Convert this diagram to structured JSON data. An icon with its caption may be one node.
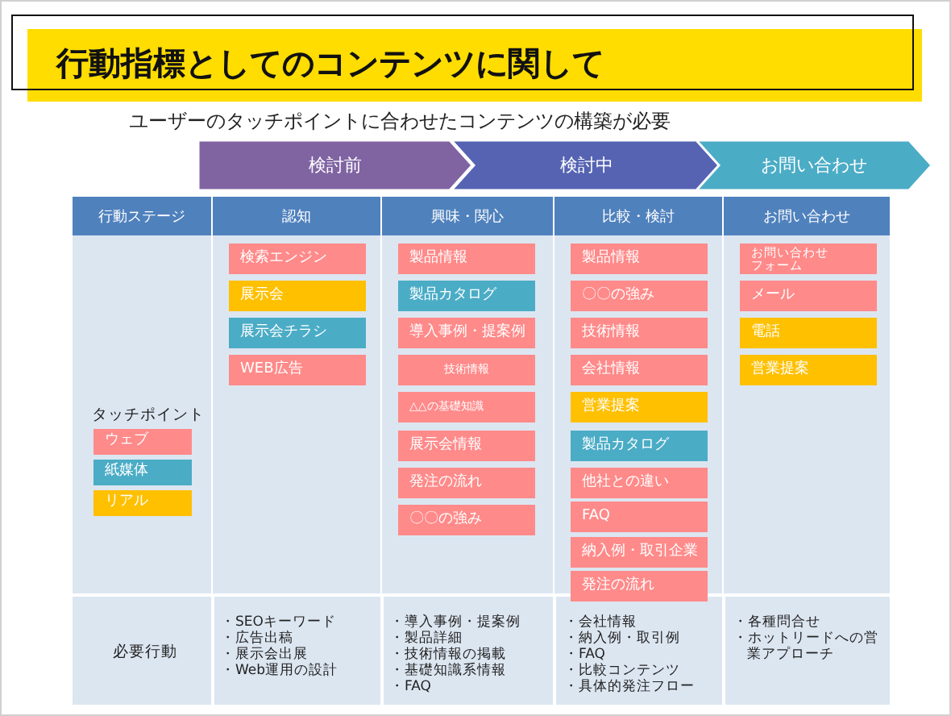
{
  "diagram": {
    "title": "行動指標としてのコンテンツに関して",
    "nodes": [
      {
        "text": [
          "検討前"
        ]
      },
      {
        "text": [
          "検討中"
        ]
      },
      {
        "text": [
          "お問い合わせ"
        ]
      },
      {
        "text": [
          "認知"
        ]
      },
      {
        "text": [
          "検索エンジン"
        ],
        "in": 3
      },
      {
        "text": [
          "展示会"
        ],
        "in": 3
      },
      {
        "text": [
          "展示会チラシ"
        ],
        "in": 3
      },
      {
        "text": [
          "WEB広告"
        ],
        "in": 3
      },
      {
        "text": [
          "興味・関心"
        ]
      },
      {
        "text": [
          "製品情報"
        ],
        "in": 8
      },
      {
        "text": [
          "製品カタログ"
        ],
        "in": 8
      },
      {
        "text": [
          "導入事例・提案例"
        ],
        "in": 8
      },
      {
        "text": [
          "技術情報"
        ],
        "in": 8
      },
      {
        "text": [
          "△△の基礎知識"
        ],
        "in": 8
      },
      {
        "text": [
          "展示会情報"
        ],
        "in": 8
      },
      {
        "text": [
          "発注の流れ"
        ],
        "in": 8
      },
      {
        "text": [
          "〇〇の強み"
        ],
        "in": 8
      },
      {
        "text": [
          "比較・検討"
        ]
      },
      {
        "text": [
          "製品情報"
        ],
        "in": 17
      },
      {
        "text": [
          "〇〇の強み"
        ],
        "in": 17
      },
      {
        "text": [
          "技術情報"
        ],
        "in": 17
      },
      {
        "text": [
          "会社情報"
        ],
        "in": 17
      },
      {
        "text": [
          "営業提案"
        ],
        "in": 17
      },
      {
        "text": [
          "製品カタログ"
        ],
        "in": 17
      },
      {
        "text": [
          "他社との違い"
        ],
        "in": 17
      },
      {
        "text": [
          "FAQ"
        ],
        "in": 17
      },
      {
        "text": [
          "納入例・取引企業"
        ],
        "in": 17
      },
      {
        "text": [
          "発注の流れ"
        ],
        "in": 17
      },
      {
        "text": [
          "お問い合わせ"
        ]
      },
      {
        "text": [
          "お問い合わせフォーム"
        ],
        "in": 28
      },
      {
        "text": [
          "メール"
        ],
        "in": 28
      },
      {
        "text": [
          "電話"
        ],
        "in": 28
      },
      {
        "text": [
          "営業提案"
        ],
        "in": 28
      }
    ],
    "labels": [
      "ユーザーのタッチポイントに合わせたコンテンツの構築が必要",
      "行動ステージ",
      "タッチポイント",
      "必要行動",
      "・SEOキーワード",
      "・広告出稿",
      "・展示会出展",
      "・Web運用の設計",
      "・導入事例・提案例",
      "・製品詳細",
      "・技術情報の掲載",
      "・基礎知識系情報",
      "・FAQ",
      "・会社情報",
      "・納入例・取引例",
      "・FAQ",
      "・比較コンテンツ",
      "・具体的発注フロー",
      "・各種問合せ",
      "・ホットリードへの営業アプローチ"
    ],
    "legend": [
      {
        "text": "ウェブ",
        "color": "#ff8a8a"
      },
      {
        "text": "紙媒体",
        "color": "#4bacc6"
      },
      {
        "text": "リアル",
        "color": "#ffc000"
      }
    ]
  }
}
